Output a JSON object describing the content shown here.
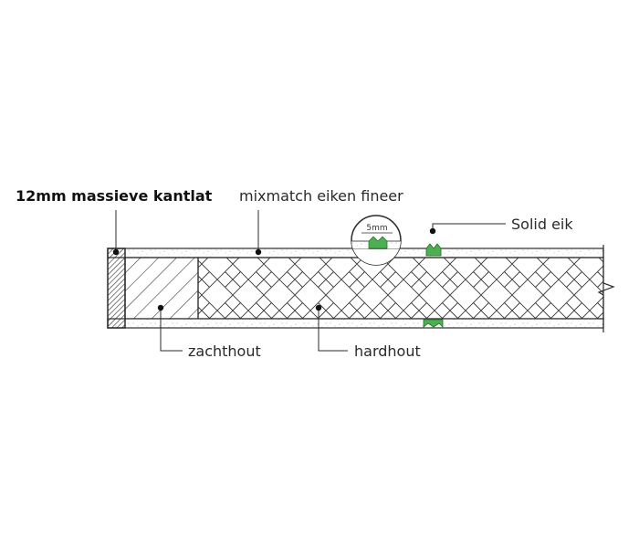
{
  "labels": {
    "edge_strip": "12mm massieve kantlat",
    "veneer": "mixmatch eiken fineer",
    "solid_oak": "Solid eik",
    "softwood": "zachthout",
    "hardwood": "hardhout",
    "detail_dimension": "5mm"
  },
  "colors": {
    "outline": "#2b2b2b",
    "accent_green": "#4caf50",
    "speckle": "#9a9a9a"
  }
}
